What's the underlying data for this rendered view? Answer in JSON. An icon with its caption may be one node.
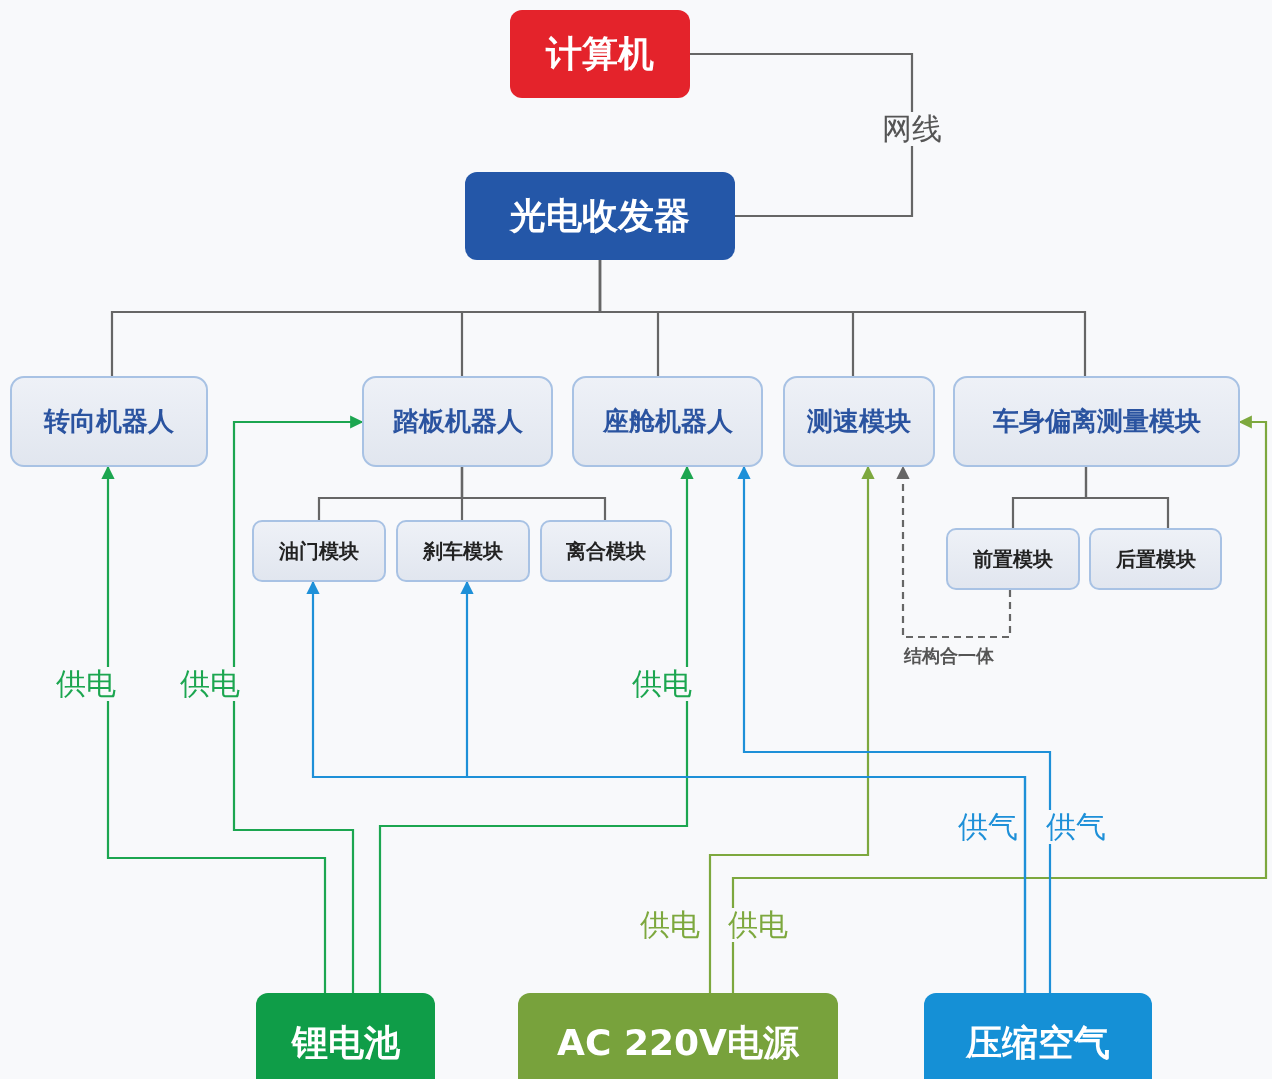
{
  "diagram": {
    "nodes": [
      {
        "text": [
          "计算机"
        ]
      },
      {
        "text": [
          "光电收发器"
        ]
      },
      {
        "text": [
          "转向机器人"
        ]
      },
      {
        "text": [
          "踏板机器人"
        ]
      },
      {
        "text": [
          "座舱机器人"
        ]
      },
      {
        "text": [
          "测速模块"
        ]
      },
      {
        "text": [
          "车身偏离测量模块"
        ]
      },
      {
        "text": [
          "油门模块"
        ]
      },
      {
        "text": [
          "刹车模块"
        ]
      },
      {
        "text": [
          "离合模块"
        ]
      },
      {
        "text": [
          "前置模块"
        ]
      },
      {
        "text": [
          "后置模块"
        ]
      },
      {
        "text": [
          "锂电池"
        ]
      },
      {
        "text": [
          "AC 220V电源"
        ]
      },
      {
        "text": [
          "压缩空气"
        ]
      }
    ],
    "edges": [
      {
        "from": 0,
        "to": 1,
        "arrow": "none",
        "label": "网线"
      },
      {
        "from": 1,
        "to": 2,
        "arrow": "none"
      },
      {
        "from": 1,
        "to": 3,
        "arrow": "none"
      },
      {
        "from": 1,
        "to": 4,
        "arrow": "none"
      },
      {
        "from": 1,
        "to": 5,
        "arrow": "none"
      },
      {
        "from": 1,
        "to": 6,
        "arrow": "none"
      },
      {
        "from": 3,
        "to": 7,
        "arrow": "none"
      },
      {
        "from": 3,
        "to": 8,
        "arrow": "none"
      },
      {
        "from": 3,
        "to": 9,
        "arrow": "none"
      },
      {
        "from": 6,
        "to": 10,
        "arrow": "none"
      },
      {
        "from": 6,
        "to": 11,
        "arrow": "none"
      },
      {
        "from": 10,
        "to": 5,
        "arrow": "to",
        "style": "dashed",
        "label": "结构合一体"
      },
      {
        "from": 12,
        "to": 2,
        "arrow": "to",
        "color": "#1ca650",
        "label": "供电"
      },
      {
        "from": 12,
        "to": 3,
        "arrow": "to",
        "color": "#1ca650",
        "label": "供电"
      },
      {
        "from": 12,
        "to": 4,
        "arrow": "to",
        "color": "#1ca650",
        "label": "供电"
      },
      {
        "from": 13,
        "to": 5,
        "arrow": "to",
        "color": "#7da83e",
        "label": "供电"
      },
      {
        "from": 13,
        "to": 6,
        "arrow": "to",
        "color": "#7da83e",
        "label": "供电"
      },
      {
        "from": 14,
        "to": 7,
        "arrow": "to",
        "color": "#1e90d8",
        "label": "供气"
      },
      {
        "from": 14,
        "to": 8,
        "arrow": "to",
        "color": "#1e90d8"
      },
      {
        "from": 14,
        "to": 4,
        "arrow": "to",
        "color": "#1e90d8",
        "label": "供气"
      }
    ]
  }
}
